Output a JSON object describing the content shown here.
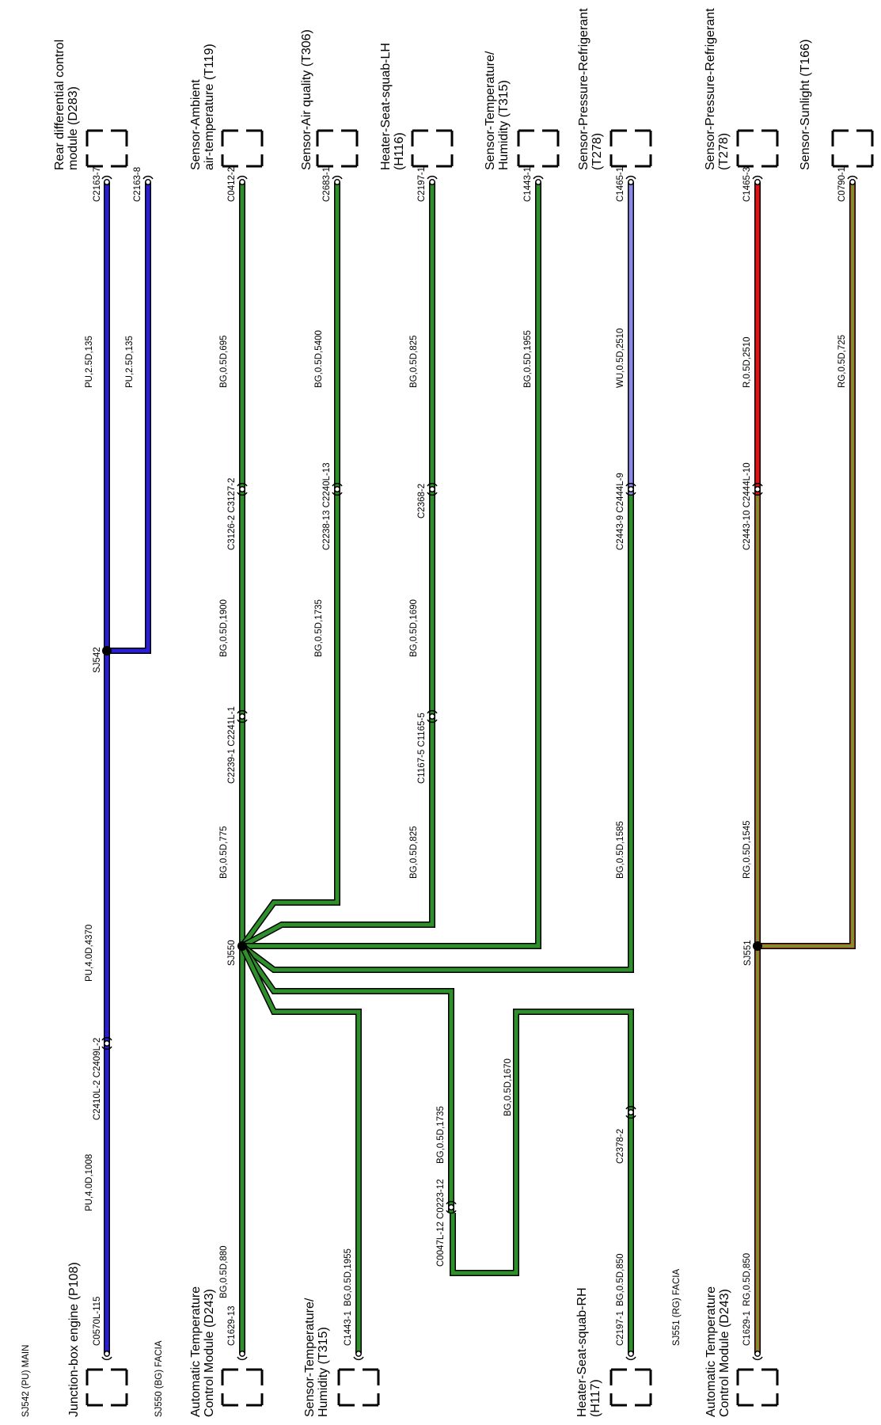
{
  "colors": {
    "PU": "#2b1fd6",
    "BG": "#2f8f2a",
    "WU": "#8a8ae6",
    "R": "#e01414",
    "RG": "#b86a2a",
    "RG_stripe": "#6f9a2c",
    "outline": "#000000"
  },
  "components": [
    {
      "id": "junction-box-engine",
      "label": "Junction-box engine (P108)",
      "end": "bottom"
    },
    {
      "id": "atc-module-bg",
      "label": "Automatic Temperature Control Module (D243)",
      "end": "bottom"
    },
    {
      "id": "sensor-temp-humidity-bottom",
      "label": "Sensor-Temperature/ Humidity (T315)",
      "end": "bottom"
    },
    {
      "id": "heater-seat-rh",
      "label": "Heater-Seat-squab-RH (H117)",
      "end": "bottom"
    },
    {
      "id": "atc-module-rg",
      "label": "Automatic Temperature Control Module (D243)",
      "end": "bottom"
    },
    {
      "id": "rear-diff-module",
      "label": "Rear differential control module (D283)",
      "end": "top"
    },
    {
      "id": "sensor-ambient-air",
      "label": "Sensor-Ambient air-temperature (T119)",
      "end": "top"
    },
    {
      "id": "sensor-air-quality",
      "label": "Sensor-Air quality (T306)",
      "end": "top"
    },
    {
      "id": "heater-seat-lh",
      "label": "Heater-Seat-squab-LH (H116)",
      "end": "top"
    },
    {
      "id": "sensor-temp-humidity-top",
      "label": "Sensor-Temperature/ Humidity (T315)",
      "end": "top"
    },
    {
      "id": "sensor-pressure-ref-1",
      "label": "Sensor-Pressure-Refrigerant (T278)",
      "end": "top"
    },
    {
      "id": "sensor-pressure-ref-2",
      "label": "Sensor-Pressure-Refrigerant (T278)",
      "end": "top"
    },
    {
      "id": "sensor-sunlight",
      "label": "Sensor-Sunlight (T166)",
      "end": "top"
    }
  ],
  "splices": [
    {
      "id": "SJ542",
      "label": "SJ542"
    },
    {
      "id": "SJ550",
      "label": "SJ550"
    },
    {
      "id": "SJ551",
      "label": "SJ551"
    }
  ],
  "splice_legend": [
    {
      "text": "SJ542 (PU) MAIN"
    },
    {
      "text": "SJ550 (BG) FACIA"
    },
    {
      "text": "SJ551 (RG) FACIA"
    }
  ],
  "wire_labels": [
    "PU,4.0D,1008",
    "PU,4.0D,4370",
    "PU,2.5D,135",
    "PU,2.5D,135",
    "BG,0.5D,880",
    "BG,0.5D,775",
    "BG,0.5D,1900",
    "BG,0.5D,695",
    "BG,0.5D,1735",
    "BG,0.5D,5400",
    "BG,0.5D,1690",
    "BG,0.5D,825",
    "BG,0.5D,825",
    "BG,0.5D,1955",
    "BG,0.5D,1955",
    "BG,0.5D,1585",
    "WU,0.5D,2510",
    "BG,0.5D,1735",
    "BG,0.5D,1670",
    "BG,0.5D,850",
    "RG,0.5D,850",
    "RG,0.5D,1545",
    "R,0.5D,2510",
    "RG,0.5D,725"
  ],
  "connector_labels": [
    "C0570L-115",
    "C2410L-2 C2409L-2",
    "C2163-7",
    "C2163-8",
    "C1629-13",
    "C2239-1 C2241L-1",
    "C3126-2 C3127-2",
    "C0412-2",
    "C2238-13 C2240L-13",
    "C2683-1",
    "C1167-5 C1165-5",
    "C2368-2",
    "C2197-1",
    "C1443-1",
    "C1443-1",
    "C2443-9 C2444L-9",
    "C1465-1",
    "C0047L-12 C0223-12",
    "C2378-2",
    "C2197-1",
    "C1629-1",
    "C2443-10 C2444L-10",
    "C1465-3",
    "C0790-1"
  ]
}
